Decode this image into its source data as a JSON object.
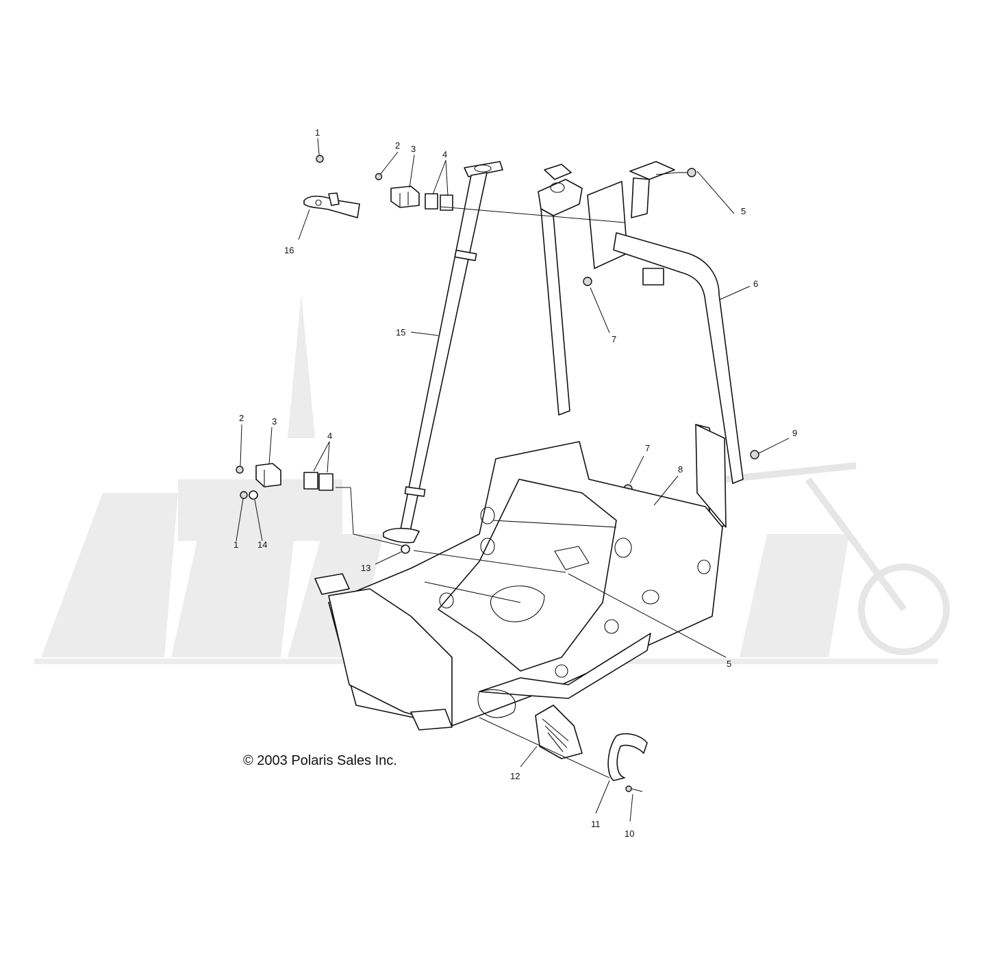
{
  "copyright": "© 2003 Polaris Sales Inc.",
  "callouts": {
    "c1a": "1",
    "c2a": "2",
    "c3a": "3",
    "c4a": "4",
    "c16": "16",
    "c5a": "5",
    "c6": "6",
    "c7a": "7",
    "c15": "15",
    "c2b": "2",
    "c3b": "3",
    "c4b": "4",
    "c1b": "1",
    "c14": "14",
    "c13": "13",
    "c7b": "7",
    "c8": "8",
    "c9": "9",
    "c5b": "5",
    "c12": "12",
    "c11": "11",
    "c10": "10"
  }
}
